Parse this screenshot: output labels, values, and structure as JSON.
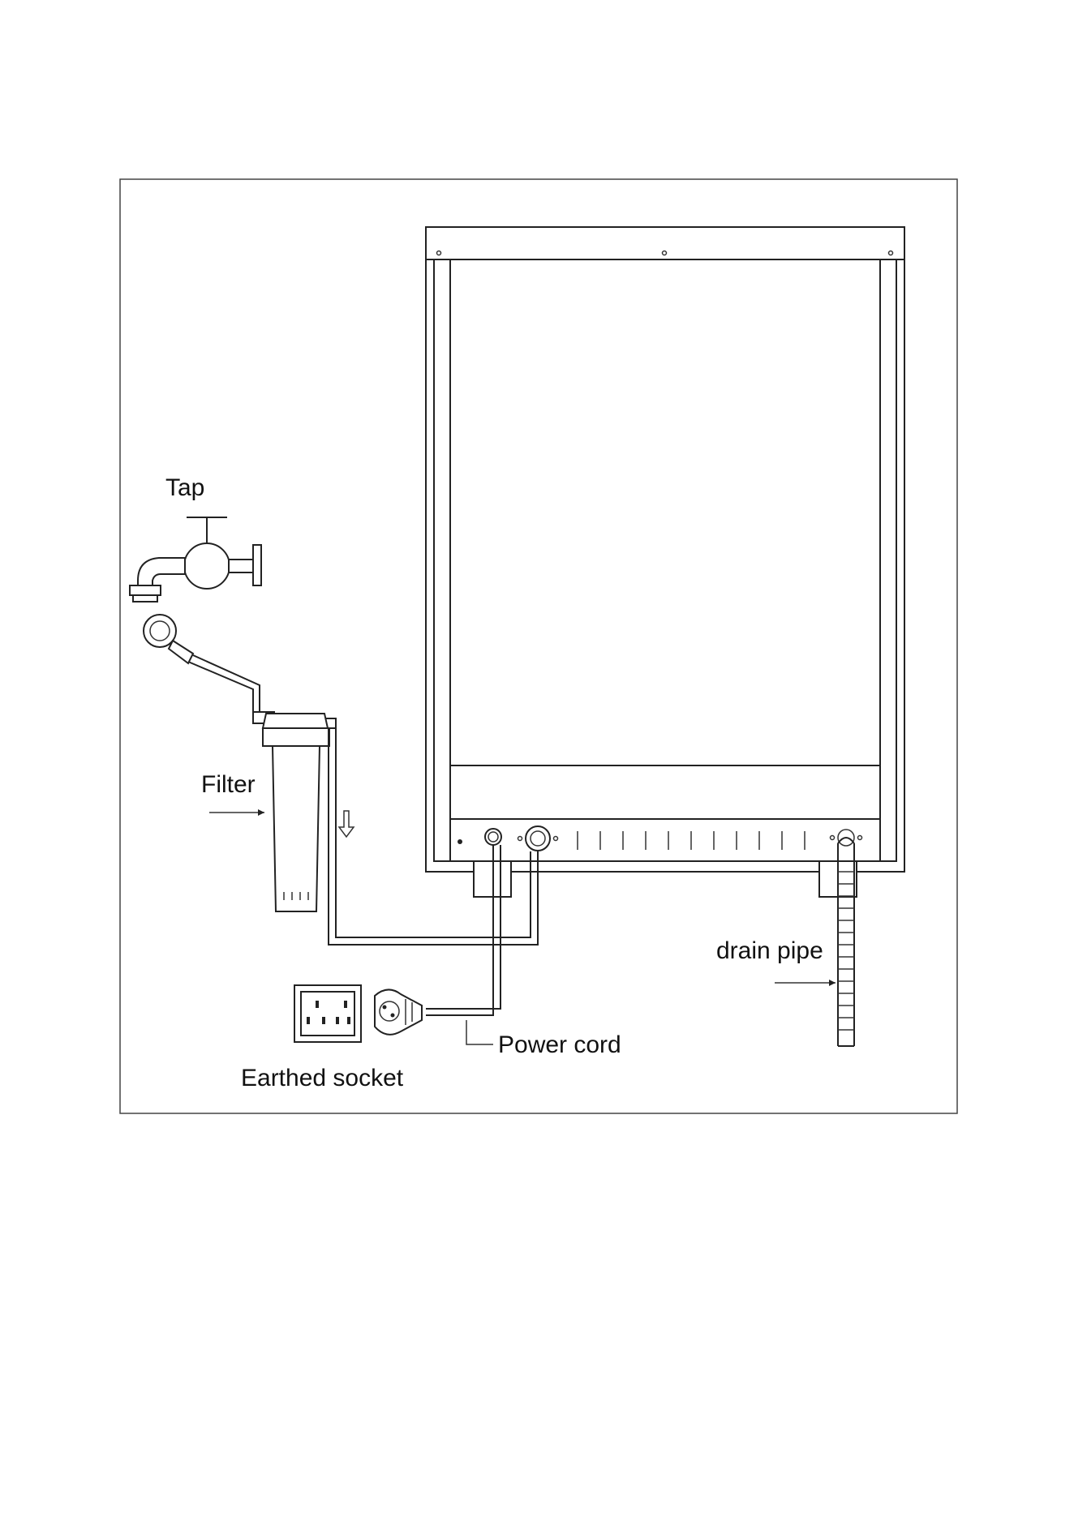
{
  "labels": {
    "tap": "Tap",
    "filter": "Filter",
    "drain_pipe": "drain pipe",
    "power_cord": "Power cord",
    "earthed_socket": "Earthed socket"
  },
  "colors": {
    "line": "#222222",
    "background": "#ffffff"
  }
}
